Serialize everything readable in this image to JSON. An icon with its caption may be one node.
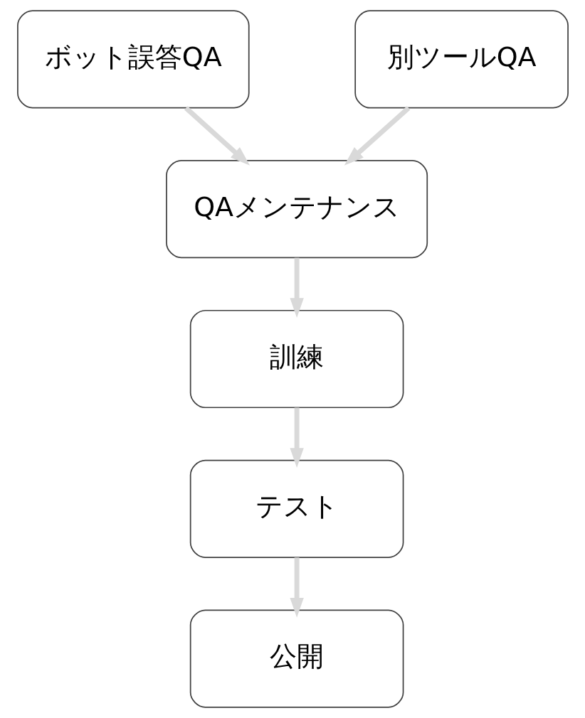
{
  "diagram": {
    "nodes": [
      {
        "text": [
          "ボット誤答QA"
        ]
      },
      {
        "text": [
          "別ツールQA"
        ]
      },
      {
        "text": [
          "QAメンテナンス"
        ]
      },
      {
        "text": [
          "訓練"
        ]
      },
      {
        "text": [
          "テスト"
        ]
      },
      {
        "text": [
          "公開"
        ]
      }
    ],
    "edges": [
      {
        "from": 0,
        "to": 2,
        "arrow": "to"
      },
      {
        "from": 1,
        "to": 2,
        "arrow": "to"
      },
      {
        "from": 2,
        "to": 3,
        "arrow": "to"
      },
      {
        "from": 3,
        "to": 4,
        "arrow": "to"
      },
      {
        "from": 4,
        "to": 5,
        "arrow": "to"
      }
    ]
  }
}
